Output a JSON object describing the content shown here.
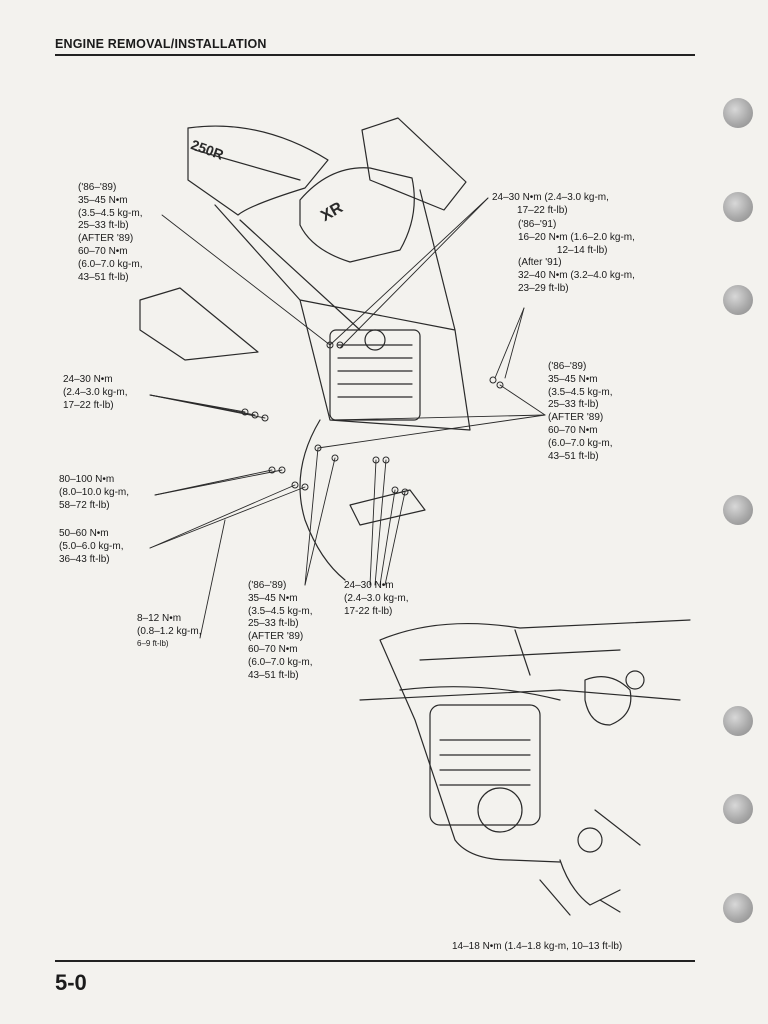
{
  "header": {
    "title": "ENGINE REMOVAL/INSTALLATION"
  },
  "page_number": "5-0",
  "callouts": {
    "a": "('86–'89)\n35–45 N•m\n(3.5–4.5 kg-m,\n25–33 ft-lb)\n(AFTER '89)\n60–70 N•m\n(6.0–7.0 kg-m,\n43–51 ft-lb)",
    "b": "24–30 N•m (2.4–3.0 kg-m,\n         17–22 ft-lb)",
    "c": "('86–'91)\n16–20 N•m (1.6–2.0 kg-m,\n              12–14 ft-lb)\n(After '91)\n32–40 N•m (3.2–4.0 kg-m,\n23–29 ft-lb)",
    "d": "24–30 N•m\n(2.4–3.0 kg-m,\n17–22 ft-lb)",
    "e": "('86–'89)\n35–45 N•m\n(3.5–4.5 kg-m,\n25–33 ft-lb)\n(AFTER '89)\n60–70 N•m\n(6.0–7.0 kg-m,\n43–51 ft-lb)",
    "f": "80–100 N•m\n(8.0–10.0 kg-m,\n58–72 ft-lb)",
    "g": "50–60 N•m\n(5.0–6.0 kg-m,\n36–43 ft-lb)",
    "h": "('86–'89)\n35–45 N•m\n(3.5–4.5 kg-m,\n25–33 ft-lb)\n(AFTER '89)\n60–70 N•m\n(6.0–7.0 kg-m,\n43–51 ft-lb)",
    "i": "24–30 N•m\n(2.4–3.0 kg-m,\n17-22 ft-lb)",
    "j": "8–12 N•m\n(0.8–1.2 kg-m,",
    "j2": "6–9 ft-lb)",
    "k": "14–18 N•m (1.4–1.8 kg-m, 10–13 ft-lb)"
  },
  "illustration": {
    "tank_badge": "XR",
    "seat_badge": "250R"
  }
}
